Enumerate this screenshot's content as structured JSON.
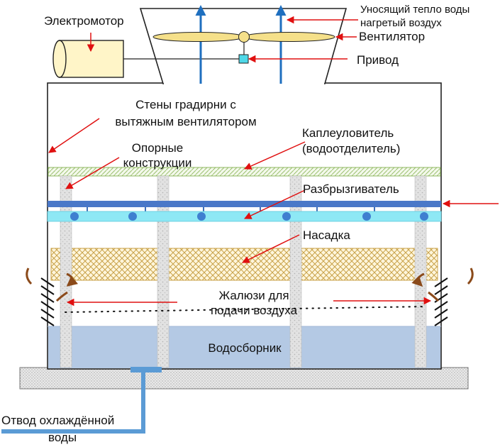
{
  "labels": {
    "motor": "Электромотор",
    "exhaust_line1": "Уносящий тепло воды",
    "exhaust_line2": "нагретый  воздух",
    "fan": "Вентилятор",
    "drive": "Привод",
    "walls_line1": "Стены градирни с",
    "walls_line2": "вытяжным вентилятором",
    "eliminator_line1": "Каплеуловитель",
    "eliminator_line2": "(водоотделитель)",
    "supports_line1": "Опорные",
    "supports_line2": "конструкции",
    "sprayer": "Разбрызгиватель",
    "fill": "Насадка",
    "louvers_line1": "Жалюзи для",
    "louvers_line2": "подачи воздуха",
    "basin": "Водосборник",
    "outlet_line1": "Отвод охлаждённой",
    "outlet_line2": "воды"
  },
  "colors": {
    "annotation_arrow": "#e01010",
    "airflow_arrow": "#1f6fbf",
    "fan_blade": "#f5e08a",
    "distribution_pipe": "#4a78c8",
    "spray_pipe": "#8ee8f5",
    "spray_nozzle": "#3f7fd0",
    "basin_water": "#b4c9e4",
    "outlet_pipe": "#5b9bd5",
    "air_swirl": "#8b4a1a",
    "fill_hatch": "#c8a24a",
    "eliminator_hatch": "#a8c878"
  }
}
